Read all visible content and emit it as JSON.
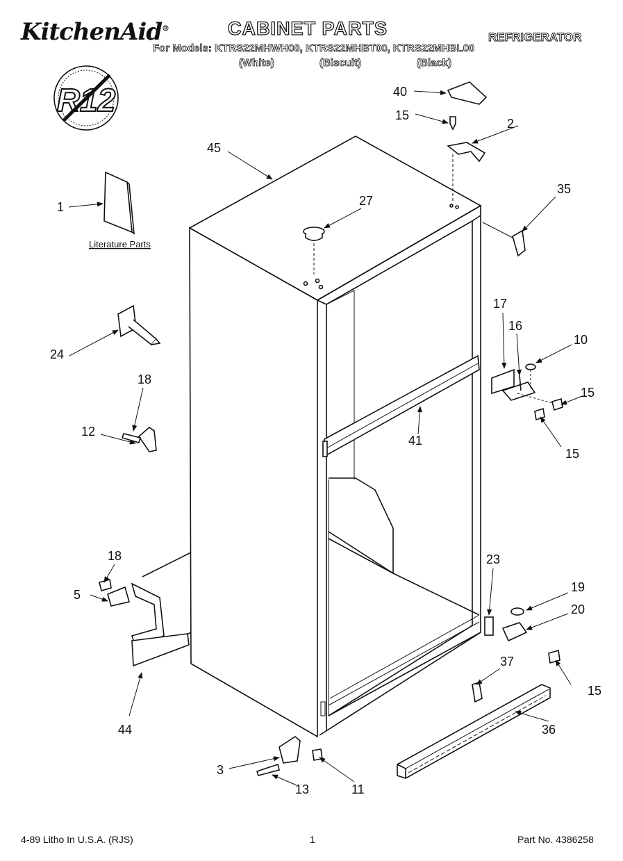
{
  "header": {
    "brand": "KitchenAid",
    "brand_mark": "®",
    "title": "CABINET PARTS",
    "appliance": "REFRIGERATOR",
    "models_line": "For Models: KTRS22MHWH00, KTRS22MHBT00, KTRS22MHBL00",
    "variants": [
      "(White)",
      "(Biscuit)",
      "(Black)"
    ]
  },
  "seal": {
    "text": "R12",
    "meaning": "no-R12-refrigerant"
  },
  "literature_label": "Literature Parts",
  "callouts": {
    "p1": "1",
    "p2": "2",
    "p3": "3",
    "p5": "5",
    "p10": "10",
    "p11": "11",
    "p12": "12",
    "p13": "13",
    "p15a": "15",
    "p15b": "15",
    "p15c": "15",
    "p15d": "15",
    "p16": "16",
    "p17": "17",
    "p18a": "18",
    "p18b": "18",
    "p19": "19",
    "p20": "20",
    "p23": "23",
    "p24": "24",
    "p27": "27",
    "p35": "35",
    "p36": "36",
    "p37": "37",
    "p40": "40",
    "p41": "41",
    "p44": "44",
    "p45": "45"
  },
  "footer": {
    "litho": "4-89 Litho In U.S.A. (RJS)",
    "page": "1",
    "part_no": "Part No. 4386258"
  }
}
